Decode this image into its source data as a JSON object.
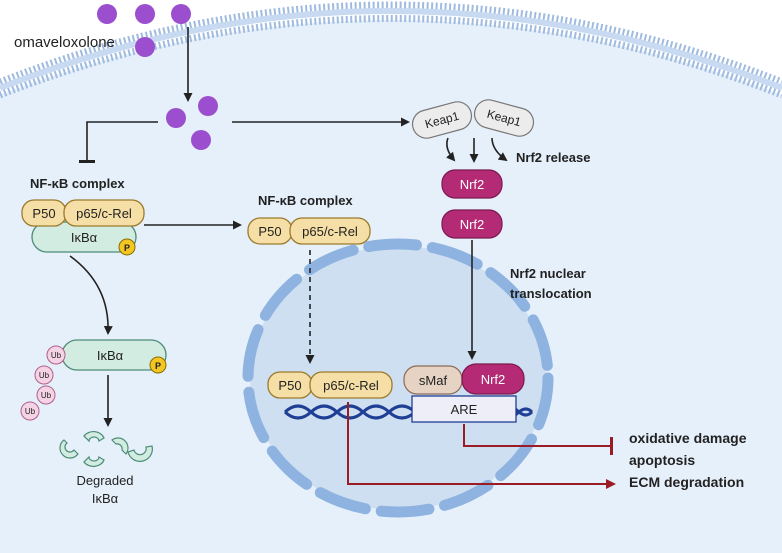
{
  "drug_label": "omaveloxolone",
  "nfkb": {
    "complex_label_left": "NF-κB complex",
    "complex_label_right": "NF-κB complex",
    "p50": "P50",
    "p65": "p65/c-Rel",
    "ikba": "IκBα",
    "phospho": "P",
    "ub": "Ub",
    "degraded_line1": "Degraded",
    "degraded_line2": "IκBα"
  },
  "nrf2_path": {
    "keap1_a": "Keap1",
    "keap1_b": "Keap1",
    "release_label": "Nrf2 release",
    "nrf2": "Nrf2",
    "translocation_line1": "Nrf2 nuclear",
    "translocation_line2": "translocation",
    "smaf": "sMaf",
    "are": "ARE"
  },
  "outcomes": {
    "oxidative": "oxidative damage",
    "apoptosis": "apoptosis",
    "ecm": "ECM degradation"
  },
  "colors": {
    "cell_fill": "#e6f0fa",
    "nucleus_fill": "#cfdff2",
    "envelope": "#8fb3e0",
    "purple": "#9b4fcf",
    "nrf2": "#b52a74",
    "tan": "#f6dfa6",
    "teal": "#d3ece2",
    "ub": "#f4d3e5",
    "inhibit_red": "#9b1c24"
  }
}
